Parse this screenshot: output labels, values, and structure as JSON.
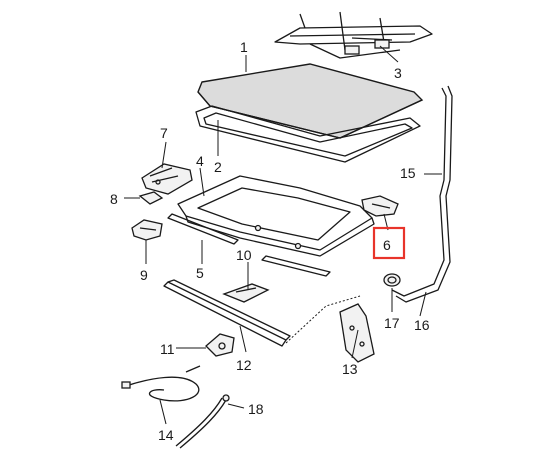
{
  "diagram": {
    "callouts": [
      {
        "id": "c1",
        "label": "1"
      },
      {
        "id": "c2",
        "label": "2"
      },
      {
        "id": "c3",
        "label": "3"
      },
      {
        "id": "c4",
        "label": "4"
      },
      {
        "id": "c5",
        "label": "5"
      },
      {
        "id": "c6",
        "label": "6",
        "highlighted": true
      },
      {
        "id": "c7",
        "label": "7"
      },
      {
        "id": "c8",
        "label": "8"
      },
      {
        "id": "c9",
        "label": "9"
      },
      {
        "id": "c10",
        "label": "10"
      },
      {
        "id": "c11",
        "label": "11"
      },
      {
        "id": "c12",
        "label": "12"
      },
      {
        "id": "c13",
        "label": "13"
      },
      {
        "id": "c14",
        "label": "14"
      },
      {
        "id": "c15",
        "label": "15"
      },
      {
        "id": "c16",
        "label": "16"
      },
      {
        "id": "c17",
        "label": "17"
      },
      {
        "id": "c18",
        "label": "18"
      }
    ],
    "highlight_color": "#e8342a",
    "line_color": "#1a1a1a"
  }
}
